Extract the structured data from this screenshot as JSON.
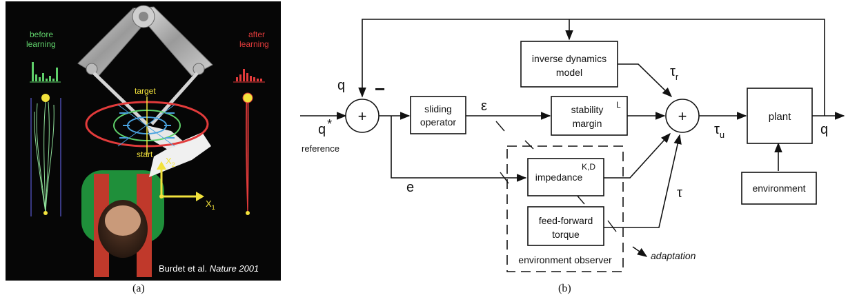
{
  "figure": {
    "caption_a": "(a)",
    "caption_b": "(b)"
  },
  "panel_a": {
    "before_label_1": "before",
    "before_label_2": "learning",
    "after_label_1": "after",
    "after_label_2": "learning",
    "target_label": "target",
    "start_label": "start",
    "x2_label": "X",
    "x2_sub": "2",
    "x1_label": "X",
    "x1_sub": "1",
    "credit_prefix": "Burdet et al. ",
    "credit_journal": "Nature 2001",
    "colors": {
      "before": "#5fd06a",
      "after": "#e23b3b",
      "target": "#f2e23c",
      "background": "#060606"
    }
  },
  "panel_b": {
    "sliding_operator_1": "sliding",
    "sliding_operator_2": "operator",
    "inverse_dynamics_1": "inverse dynamics",
    "inverse_dynamics_2": "model",
    "stability_margin_1": "stability",
    "stability_margin_2": "margin",
    "stability_superscript": "L",
    "impedance": "impedance",
    "impedance_superscript": "K,D",
    "feedforward_1": "feed-forward",
    "feedforward_2": "torque",
    "plant": "plant",
    "environment": "environment",
    "environment_observer": "environment observer",
    "adaptation": "adaptation",
    "q_feedback": "q",
    "minus_sign": "−",
    "q_star": "q",
    "q_star_mark": "*",
    "reference": "reference",
    "epsilon": "ε",
    "e": "e",
    "tau_r": "τ",
    "tau_r_sub": "r",
    "tau_u": "τ",
    "tau_u_sub": "u",
    "tau": "τ",
    "q_out": "q",
    "plus_1": "+",
    "plus_2": "+"
  }
}
